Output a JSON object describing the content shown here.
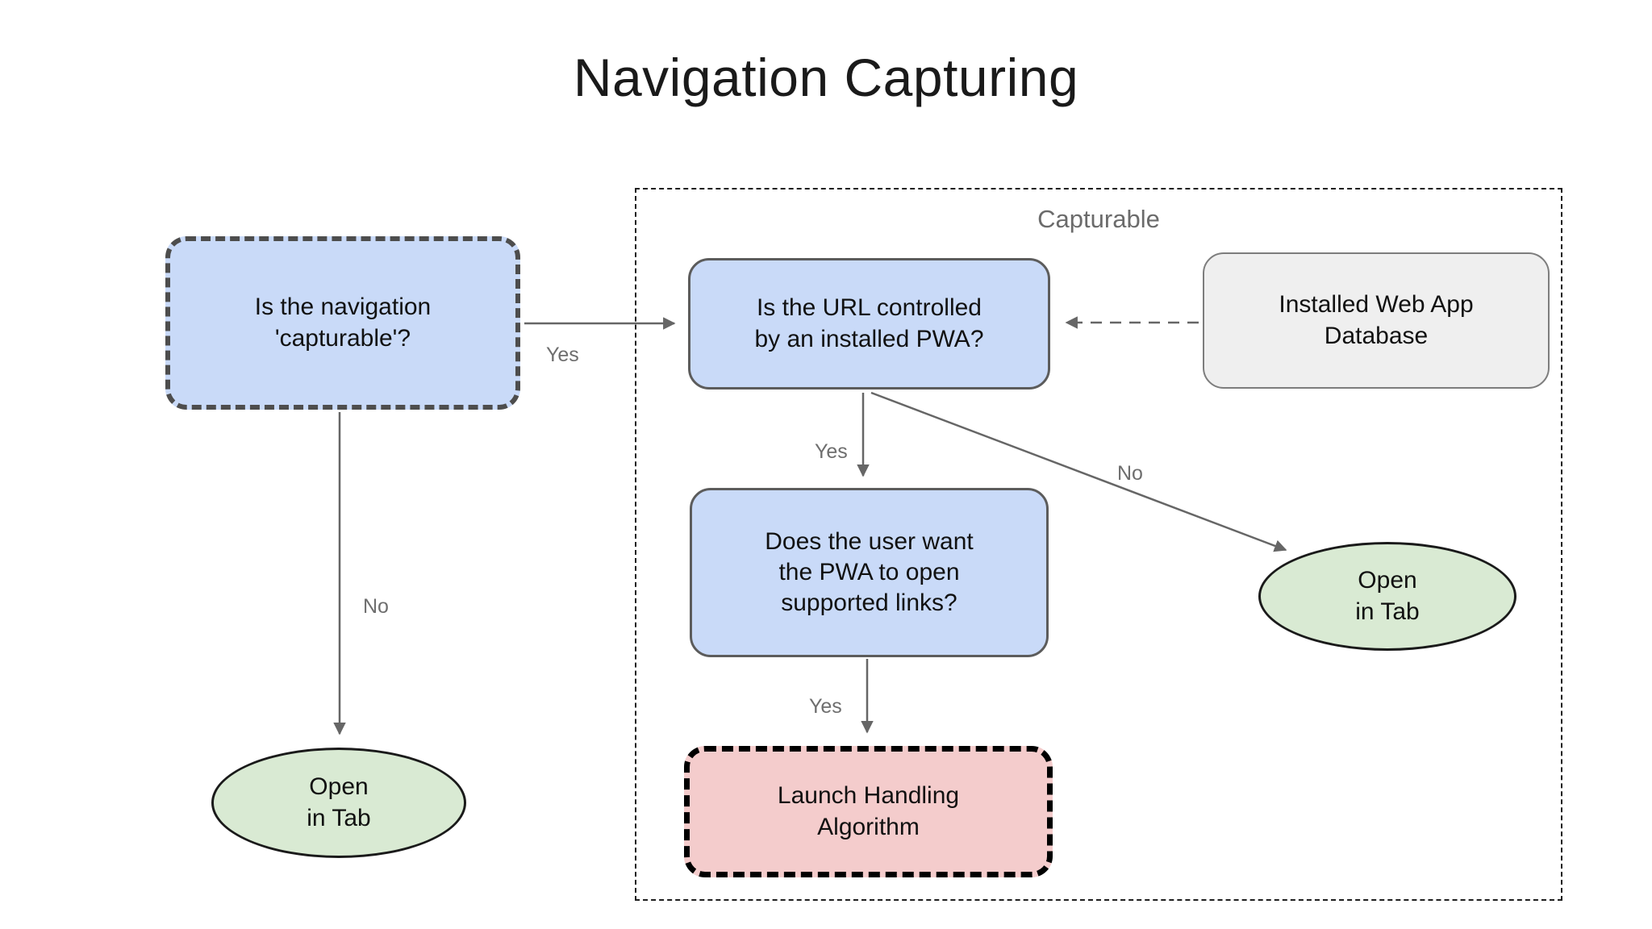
{
  "title": "Navigation Capturing",
  "colors": {
    "node_blue": "#c9daf8",
    "node_green": "#d9ead3",
    "node_pink": "#f4cccc",
    "node_gray": "#efefef",
    "edge": "#666666",
    "edge_label": "#6e6e6e",
    "dashed_border": "#4d4d4d",
    "title_color": "#1a1a1a"
  },
  "group": {
    "label": "Capturable"
  },
  "nodes": {
    "capturable_question": {
      "label": "Is the navigation\n'capturable'?"
    },
    "url_controlled_question": {
      "label": "Is the URL controlled\nby an installed PWA?"
    },
    "installed_web_app_database": {
      "label": "Installed Web App\nDatabase"
    },
    "user_wants_question": {
      "label": "Does the user want\nthe PWA to open\nsupported links?"
    },
    "launch_handling_algorithm": {
      "label": "Launch Handling\nAlgorithm"
    },
    "open_in_tab_right": {
      "label": "Open\nin Tab"
    },
    "open_in_tab_left": {
      "label": "Open\nin Tab"
    }
  },
  "edge_labels": {
    "capturable_yes": "Yes",
    "capturable_no": "No",
    "url_yes": "Yes",
    "url_no": "No",
    "user_yes": "Yes"
  }
}
